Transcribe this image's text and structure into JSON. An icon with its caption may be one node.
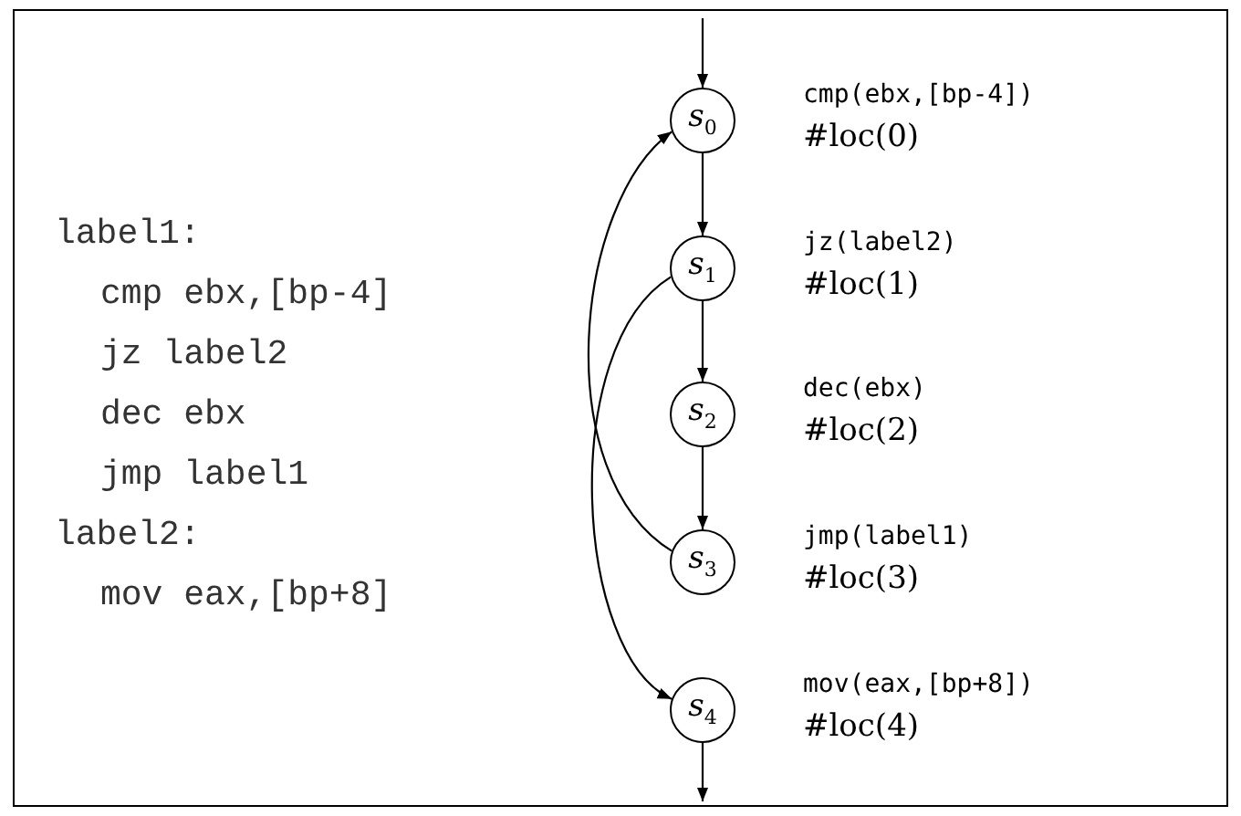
{
  "diagram": {
    "nodes": [
      {
        "text": [
          "*s*$_{0}$"
        ],
        "beside": [
          "cmp(ebx,[bp-4])",
          "#loc(0)"
        ]
      },
      {
        "text": [
          "*s*$_{1}$"
        ],
        "beside": [
          "jz(label2)",
          "#loc(1)"
        ]
      },
      {
        "text": [
          "*s*$_{2}$"
        ],
        "beside": [
          "dec(ebx)",
          "#loc(2)"
        ]
      },
      {
        "text": [
          "*s*$_{3}$"
        ],
        "beside": [
          "jmp(label1)",
          "#loc(3)"
        ]
      },
      {
        "text": [
          "*s*$_{4}$"
        ],
        "beside": [
          "mov(eax,[bp+8])",
          "#loc(4)"
        ]
      }
    ],
    "edges": [
      {
        "from": null,
        "to": 0,
        "arrow": "to"
      },
      {
        "from": 0,
        "to": 1,
        "arrow": "to"
      },
      {
        "from": 1,
        "to": 2,
        "arrow": "to"
      },
      {
        "from": 2,
        "to": 3,
        "arrow": "to"
      },
      {
        "from": 3,
        "to": 0,
        "arrow": "to"
      },
      {
        "from": 1,
        "to": 4,
        "arrow": "to"
      },
      {
        "from": 4,
        "to": null,
        "arrow": "to"
      }
    ],
    "labels": [
      "label1:",
      "cmp ebx,[bp-4]",
      "jz label2",
      "dec ebx",
      "jmp label1",
      "label2:",
      "mov eax,[bp+8]"
    ]
  }
}
